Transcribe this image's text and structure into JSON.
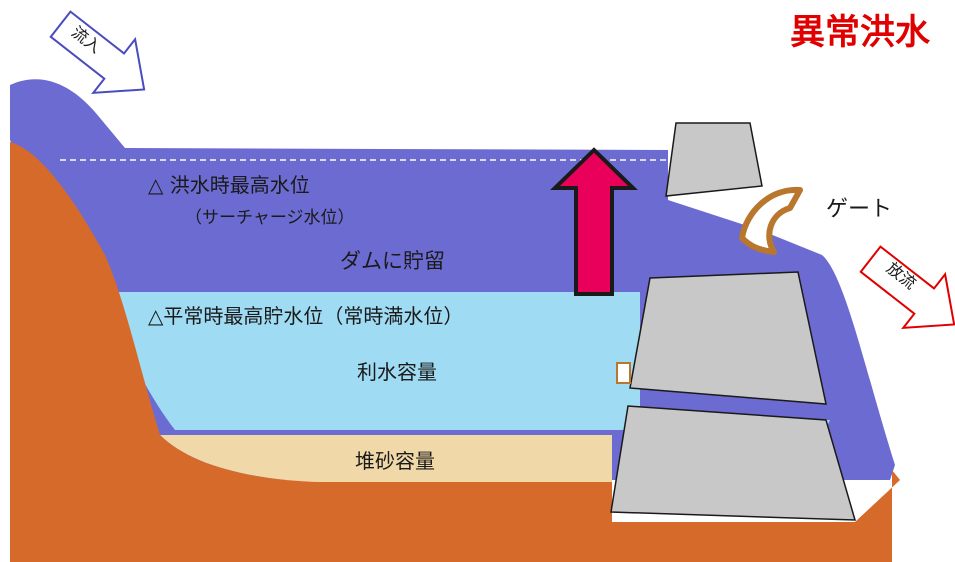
{
  "title": "異常洪水",
  "labels": {
    "inflow": "流入",
    "outflow": "放流",
    "gate": "ゲート",
    "surcharge_level": "△ 洪水時最高水位",
    "surcharge_paren": "（サーチャージ水位）",
    "dam_storage": "ダムに貯留",
    "normal_level": "△平常時最高貯水位（常時満水位）",
    "utilization_capacity": "利水容量",
    "sediment_capacity": "堆砂容量"
  },
  "colors": {
    "ground": "#d66a2b",
    "flood_water": "#6c6bd1",
    "normal_water": "#9fdcf3",
    "sediment": "#f1d8a8",
    "concrete": "#c8c8c8",
    "gate": "#b9772e",
    "rise_arrow": "#e8005a",
    "title": "#e00000",
    "inflow_arrow": "#4b4bbf",
    "outflow_arrow": "#e00000"
  }
}
